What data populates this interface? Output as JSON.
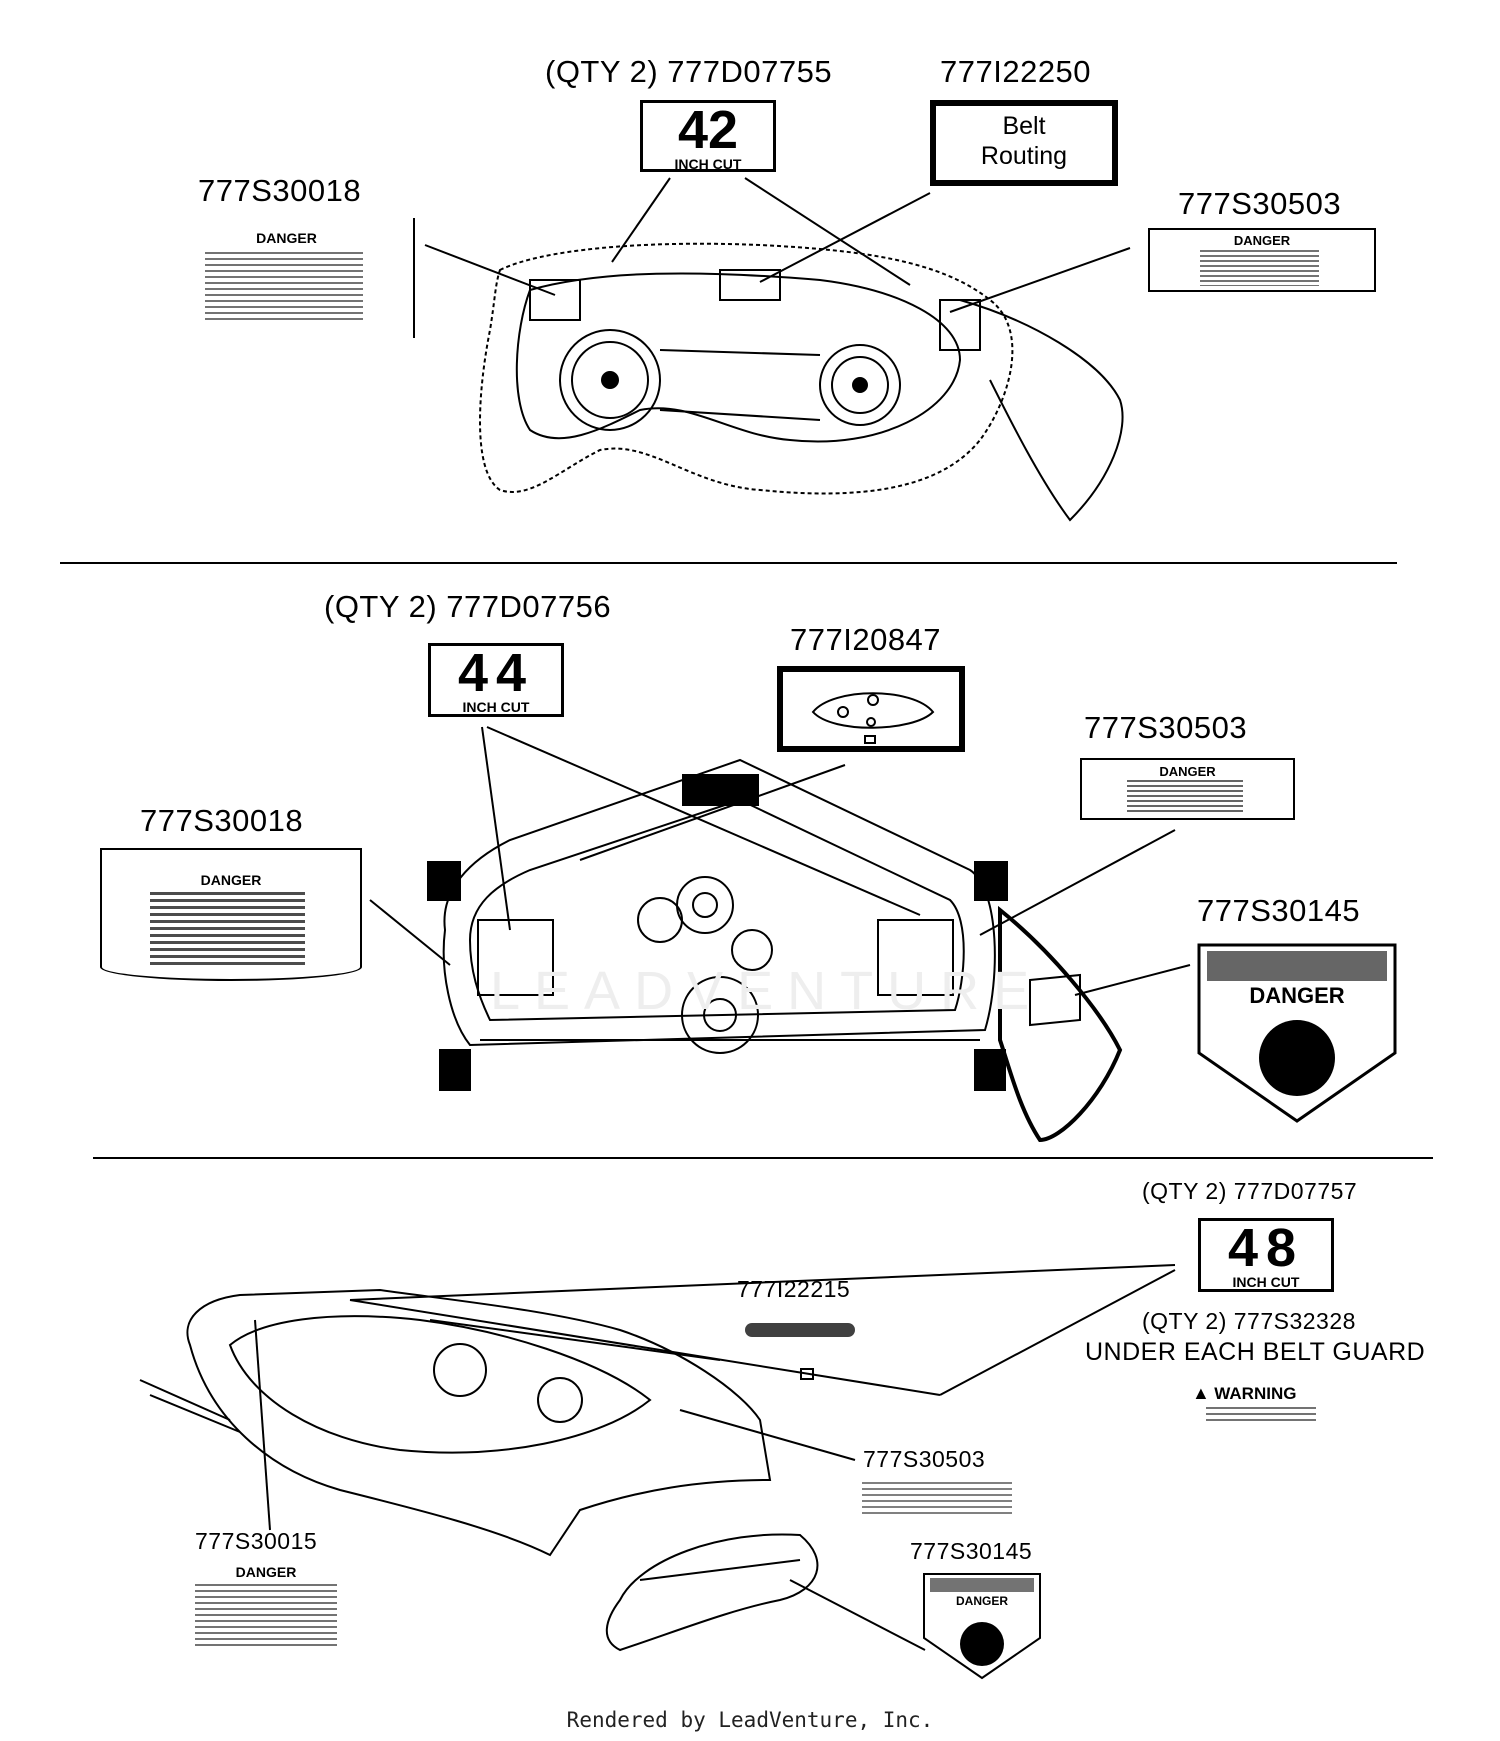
{
  "sections": [
    {
      "id": "deck-42",
      "parts": {
        "cut_decal": "(QTY 2) 777D07755",
        "belt_routing": "777I22250",
        "danger_left": "777S30018",
        "danger_right": "777S30503"
      },
      "cut_size": "42",
      "cut_unit": "INCH CUT",
      "belt_routing_text_1": "Belt",
      "belt_routing_text_2": "Routing",
      "danger_word": "DANGER"
    },
    {
      "id": "deck-44",
      "parts": {
        "cut_decal": "(QTY 2) 777D07756",
        "belt_routing": "777I20847",
        "danger_left": "777S30018",
        "danger_right": "777S30503",
        "discharge": "777S30145"
      },
      "cut_size": "44",
      "cut_unit": "INCH CUT",
      "danger_word": "DANGER"
    },
    {
      "id": "deck-48",
      "parts": {
        "cut_decal": "(QTY 2) 777D07757",
        "warning_decal": "(QTY 2) 777S32328",
        "warning_note": "UNDER EACH BELT GUARD",
        "belt_routing": "777I22215",
        "danger_right": "777S30503",
        "danger_left": "777S30015",
        "discharge": "777S30145"
      },
      "cut_size": "48",
      "cut_unit": "INCH CUT",
      "warning_word": "WARNING",
      "danger_word": "DANGER"
    }
  ],
  "watermark": "LEADVENTURE",
  "footer": "Rendered by LeadVenture, Inc."
}
